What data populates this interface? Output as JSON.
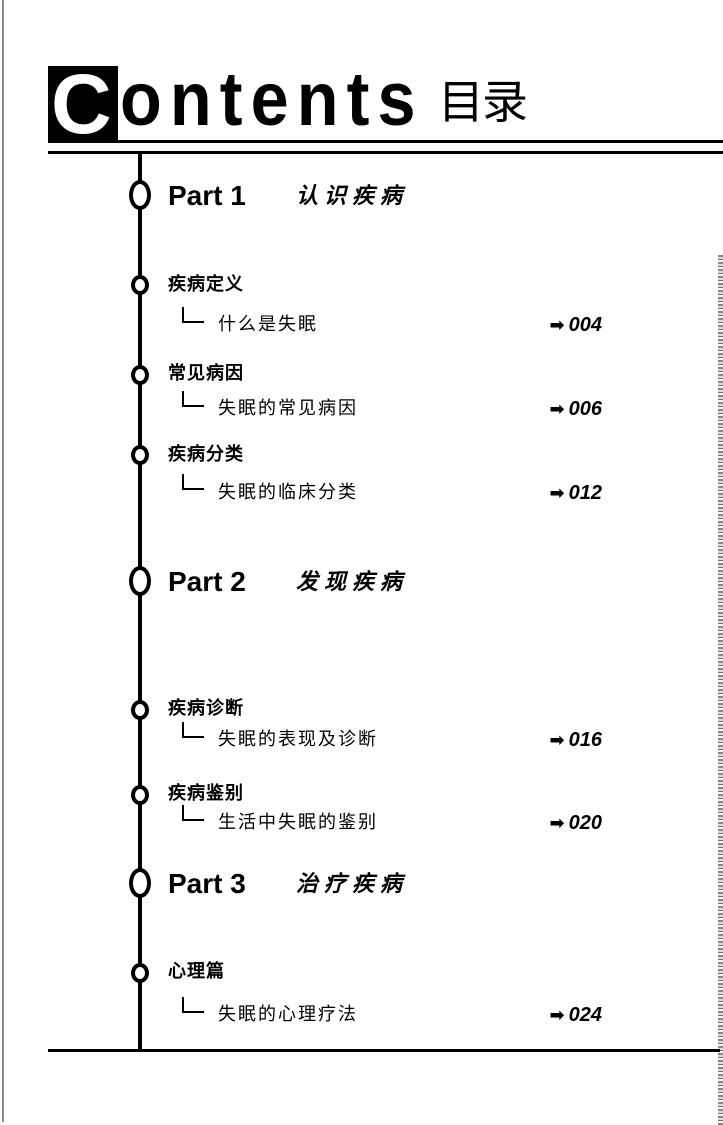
{
  "header": {
    "title_initial": "C",
    "title_rest": "ontents",
    "title_cn": "目录"
  },
  "parts": [
    {
      "label": "Part 1",
      "title_cn": "认识疾病",
      "sections": [
        {
          "title": "疾病定义",
          "sub": "什么是失眠",
          "page": "004"
        },
        {
          "title": "常见病因",
          "sub": "失眠的常见病因",
          "page": "006"
        },
        {
          "title": "疾病分类",
          "sub": "失眠的临床分类",
          "page": "012"
        }
      ]
    },
    {
      "label": "Part 2",
      "title_cn": "发现疾病",
      "sections": [
        {
          "title": "疾病诊断",
          "sub": "失眠的表现及诊断",
          "page": "016"
        },
        {
          "title": "疾病鉴别",
          "sub": "生活中失眠的鉴别",
          "page": "020"
        }
      ]
    },
    {
      "label": "Part 3",
      "title_cn": "治疗疾病",
      "sections": [
        {
          "title": "心理篇",
          "sub": "失眠的心理疗法",
          "page": "024"
        }
      ]
    }
  ],
  "icons": {
    "page_arrow": "➡"
  }
}
